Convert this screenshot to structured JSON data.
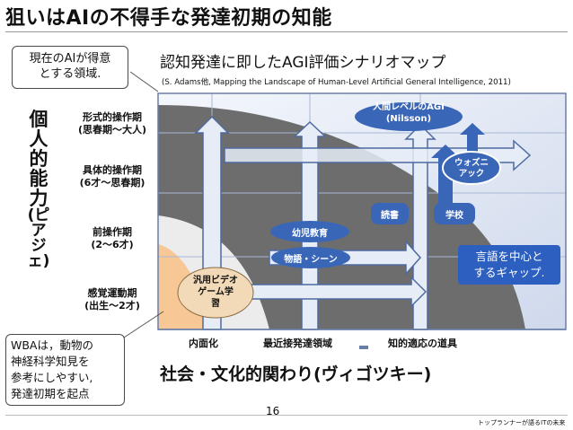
{
  "slide": {
    "title": "狙いはAIの不得手な発達初期の知能",
    "page_number": "16",
    "footer": "トップランナーが語るITの未来"
  },
  "callouts": {
    "ai_good": "現在のAIが得意\nとする領域.",
    "wba": "WBAは，動物の\n神経科学知見を\n参考にしやすい,\n発達初期を起点",
    "language_gap": "言語を中心と\nするギャップ."
  },
  "diagram": {
    "title": "認知発達に即したAGI評価シナリオマップ",
    "citation": "(S. Adams他,  Mapping the Landscape of Human-Level Artificial General Intelligence, 2011)",
    "y_axis": {
      "title_main": "個人的能力",
      "title_sub": "(ピアジェ)",
      "levels": [
        "形式的操作期\n(思春期〜大人)",
        "具体的操作期\n(6才〜思春期)",
        "前操作期\n(2〜6才)",
        "感覚運動期\n(出生〜2才)"
      ]
    },
    "x_axis": {
      "title": "社会・文化的関わり(ヴィゴツキー)",
      "labels": [
        "内面化",
        "最近接発達領域",
        "知的適応の道具"
      ]
    },
    "nodes": {
      "human_agi": "人間レベルのAGI\n(Nilsson)",
      "wozniak": "ウォズニ\nアック",
      "reading": "読書",
      "school": "学校",
      "preschool": "幼児教育",
      "story_scene": "物語・シーン",
      "video_game": "汎用ビデオ\nゲーム学\n習"
    }
  },
  "colors": {
    "frame": "#6a7fa8",
    "dark_band": "#6d6d6d",
    "sensorimotor_band": "#f7c896",
    "arrow_fill": "#e6edf7",
    "arrow_stroke": "#4f6aa0",
    "node_blue": "#3a66b8",
    "callout_blue": "#2c5fc0"
  }
}
